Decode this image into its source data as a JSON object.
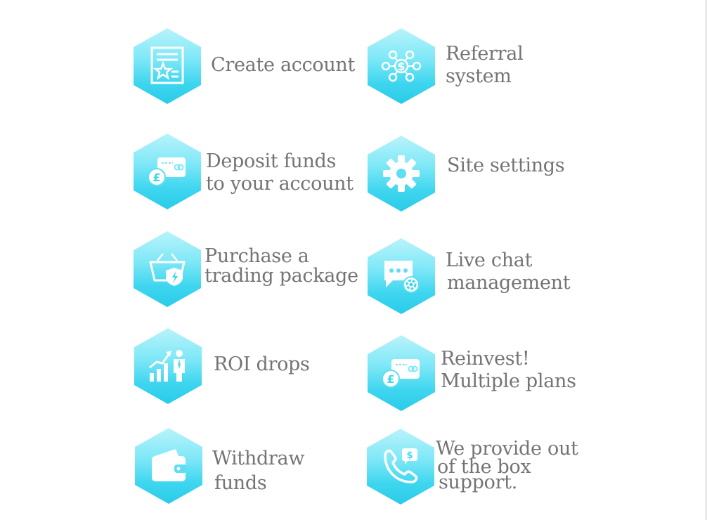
{
  "features": [
    {
      "id": "create-account",
      "icon": "certificate-star-icon",
      "lines": [
        "Create account"
      ]
    },
    {
      "id": "referral-system",
      "icon": "dollar-network-icon",
      "lines": [
        "Referral",
        "system"
      ]
    },
    {
      "id": "deposit-funds",
      "icon": "card-pound-icon",
      "lines": [
        "Deposit funds",
        "to your account"
      ]
    },
    {
      "id": "site-settings",
      "icon": "gear-icon",
      "lines": [
        "Site settings"
      ]
    },
    {
      "id": "purchase-package",
      "icon": "basket-shield-icon",
      "lines": [
        "Purchase a",
        "trading package"
      ]
    },
    {
      "id": "live-chat",
      "icon": "chat-gear-icon",
      "lines": [
        "Live chat",
        "management"
      ]
    },
    {
      "id": "roi-drops",
      "icon": "growth-chart-person-icon",
      "lines": [
        "ROI drops"
      ]
    },
    {
      "id": "reinvest",
      "icon": "card-pound-icon",
      "lines": [
        "Reinvest!",
        "Multiple plans"
      ]
    },
    {
      "id": "withdraw-funds",
      "icon": "wallet-icon",
      "lines": [
        "Withdraw",
        "funds"
      ]
    },
    {
      "id": "support",
      "icon": "phone-dollar-icon",
      "lines": [
        "We provide out",
        "of the box",
        "support."
      ]
    }
  ],
  "colors": {
    "hex_top": "#b9f3fb",
    "hex_bottom": "#2acbe8",
    "label_text": "#747474",
    "icon": "#ffffff"
  }
}
